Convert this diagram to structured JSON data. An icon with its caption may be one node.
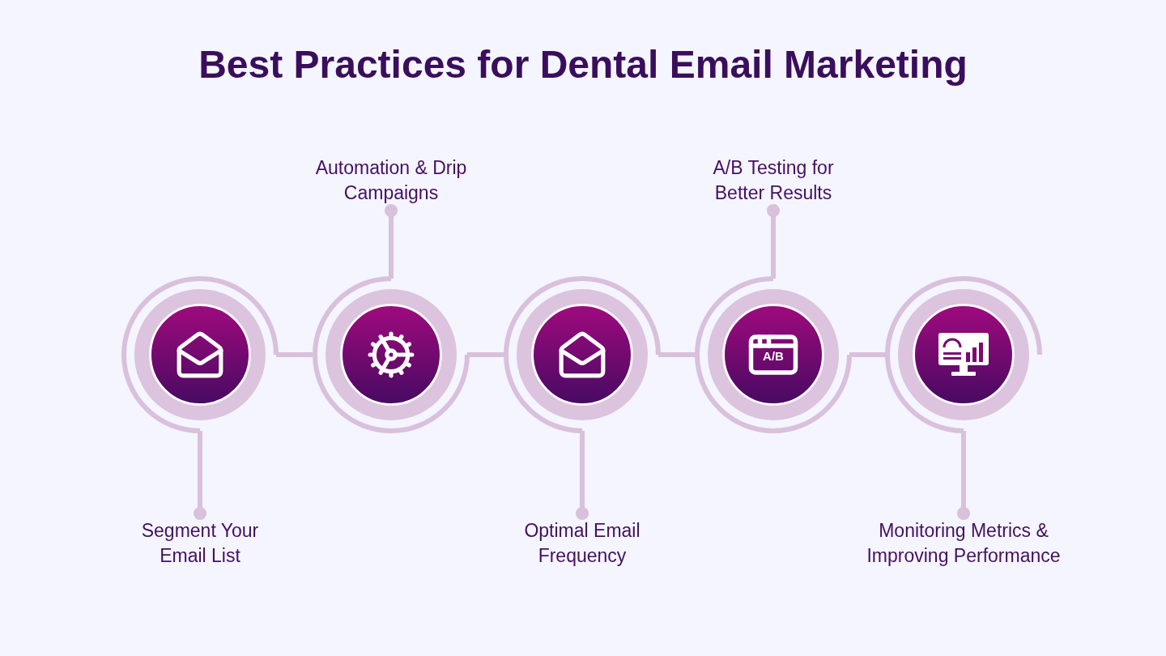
{
  "diagram": {
    "title": "Best Practices for Dental Email Marketing",
    "nodes": [
      {
        "text": [],
        "shape": "circle"
      },
      {
        "text": [],
        "shape": "circle"
      },
      {
        "text": [],
        "shape": "circle"
      },
      {
        "text": [],
        "shape": "circle"
      },
      {
        "text": [],
        "shape": "circle"
      },
      {
        "text": [
          "Segment Your Email List"
        ]
      },
      {
        "text": [
          "Automation & Drip Campaigns"
        ]
      },
      {
        "text": [
          "Optimal Email Frequency"
        ]
      },
      {
        "text": [
          "A/B Testing for Better Results"
        ]
      },
      {
        "text": [
          "Monitoring Metrics & Improving Performance"
        ]
      }
    ],
    "edges": [
      {
        "from": 0,
        "to": 1,
        "arrow": "none"
      },
      {
        "from": 1,
        "to": 2,
        "arrow": "none"
      },
      {
        "from": 2,
        "to": 3,
        "arrow": "none"
      },
      {
        "from": 3,
        "to": 4,
        "arrow": "none"
      },
      {
        "from": 5,
        "to": 0,
        "arrow": "other"
      },
      {
        "from": 6,
        "to": 1,
        "arrow": "other"
      },
      {
        "from": 7,
        "to": 2,
        "arrow": "other"
      },
      {
        "from": 8,
        "to": 3,
        "arrow": "other"
      },
      {
        "from": 9,
        "to": 4,
        "arrow": "other"
      }
    ],
    "labels": [
      "A/B"
    ]
  }
}
